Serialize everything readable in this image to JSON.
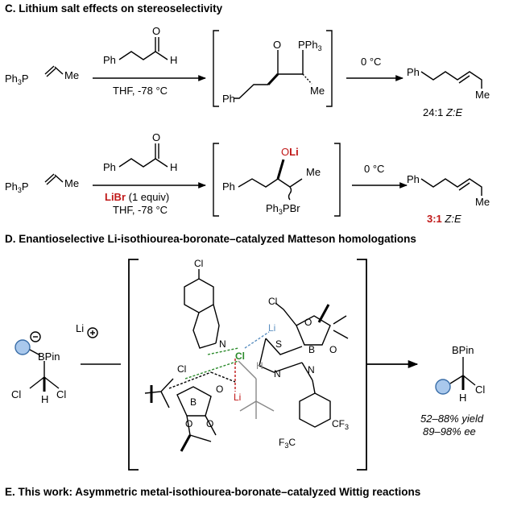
{
  "sections": {
    "c_title": "C. Lithium salt effects on stereoselectivity",
    "d_title": "D. Enantioselective Li-isothiourea-boronate–catalyzed Matteson homologations",
    "e_title": "E. This work: Asymmetric metal-isothiourea-boronate–catalyzed Wittig reactions"
  },
  "rxn1": {
    "ylide_ph3p": "Ph",
    "ylide_sub3": "3",
    "ylide_p": "P",
    "ylide_me": "Me",
    "aldehyde_ph": "Ph",
    "aldehyde_o": "O",
    "aldehyde_h": "H",
    "conditions": "THF, -78 °C",
    "oxa_o": "O",
    "oxa_pph3": "PPh",
    "oxa_sub3": "3",
    "oxa_me": "Me",
    "oxa_ph": "Ph",
    "temp": "0 °C",
    "prod_ph": "Ph",
    "prod_me": "Me",
    "ratio_num": "24:1",
    "ratio_label": "Z:E"
  },
  "rxn2": {
    "ylide_ph3p": "Ph",
    "ylide_sub3": "3",
    "ylide_p": "P",
    "ylide_me": "Me",
    "aldehyde_ph": "Ph",
    "aldehyde_o": "O",
    "aldehyde_h": "H",
    "additive": "LiBr",
    "additive_amount": " (1 equiv)",
    "conditions": "THF, -78 °C",
    "int_oli_o": "O",
    "int_oli_li": "Li",
    "int_ph": "Ph",
    "int_me": "Me",
    "int_ph3pbr_ph": "Ph",
    "int_ph3pbr_sub3": "3",
    "int_ph3pbr_pbr": "PBr",
    "temp": "0 °C",
    "prod_ph": "Ph",
    "prod_me": "Me",
    "ratio_num": "3:1",
    "ratio_label": "Z:E"
  },
  "matteson": {
    "li": "Li",
    "bpin": "BPin",
    "cl_left": "Cl",
    "h": "H",
    "cl_right": "Cl",
    "ts_cl_top": "Cl",
    "ts_n_ring": "N",
    "ts_cl_mid": "Cl",
    "ts_li_top": "Li",
    "ts_li_bottom": "Li",
    "ts_cl_left": "Cl",
    "ts_cl_upper": "Cl",
    "ts_s": "S",
    "ts_b_right": "B",
    "ts_o1": "O",
    "ts_o2": "O",
    "ts_o3": "O",
    "ts_o4": "O",
    "ts_o5": "O",
    "ts_n_imine": "N",
    "ts_n_amine": "N",
    "ts_b_left": "B",
    "ts_h": "H",
    "ts_cf3_a": "CF",
    "ts_cf3_a_sub": "3",
    "ts_cf3_b": "F",
    "ts_cf3_b_sub": "3",
    "ts_cf3_b_c": "C",
    "prod_bpin": "BPin",
    "prod_h": "H",
    "prod_cl": "Cl",
    "yield": "52–88% yield",
    "ee": "89–98% ee"
  },
  "colors": {
    "red": "#c01818",
    "blue": "#5b8fc0",
    "green": "#2a8a2a",
    "circle_fill": "#a9c8ec",
    "circle_stroke": "#3a6ea8"
  }
}
